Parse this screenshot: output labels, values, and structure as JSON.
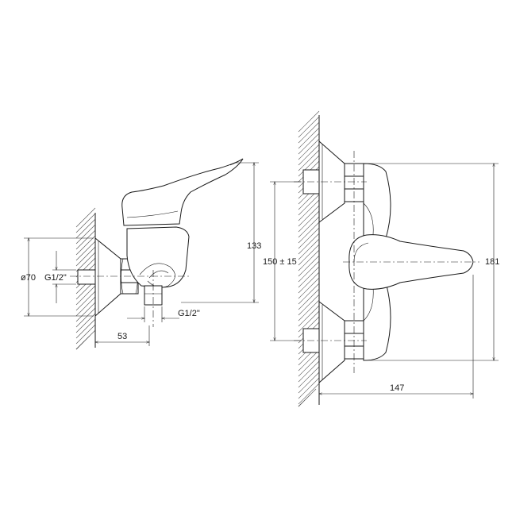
{
  "side_view": {
    "flange_diameter": "ø70",
    "inlet_thread": "G1/2\"",
    "outlet_thread": "G1/2\"",
    "wall_to_outlet": "53",
    "height": "133"
  },
  "front_view": {
    "inlet_spacing": "150 ± 15",
    "width": "147",
    "overall_height": "181"
  }
}
